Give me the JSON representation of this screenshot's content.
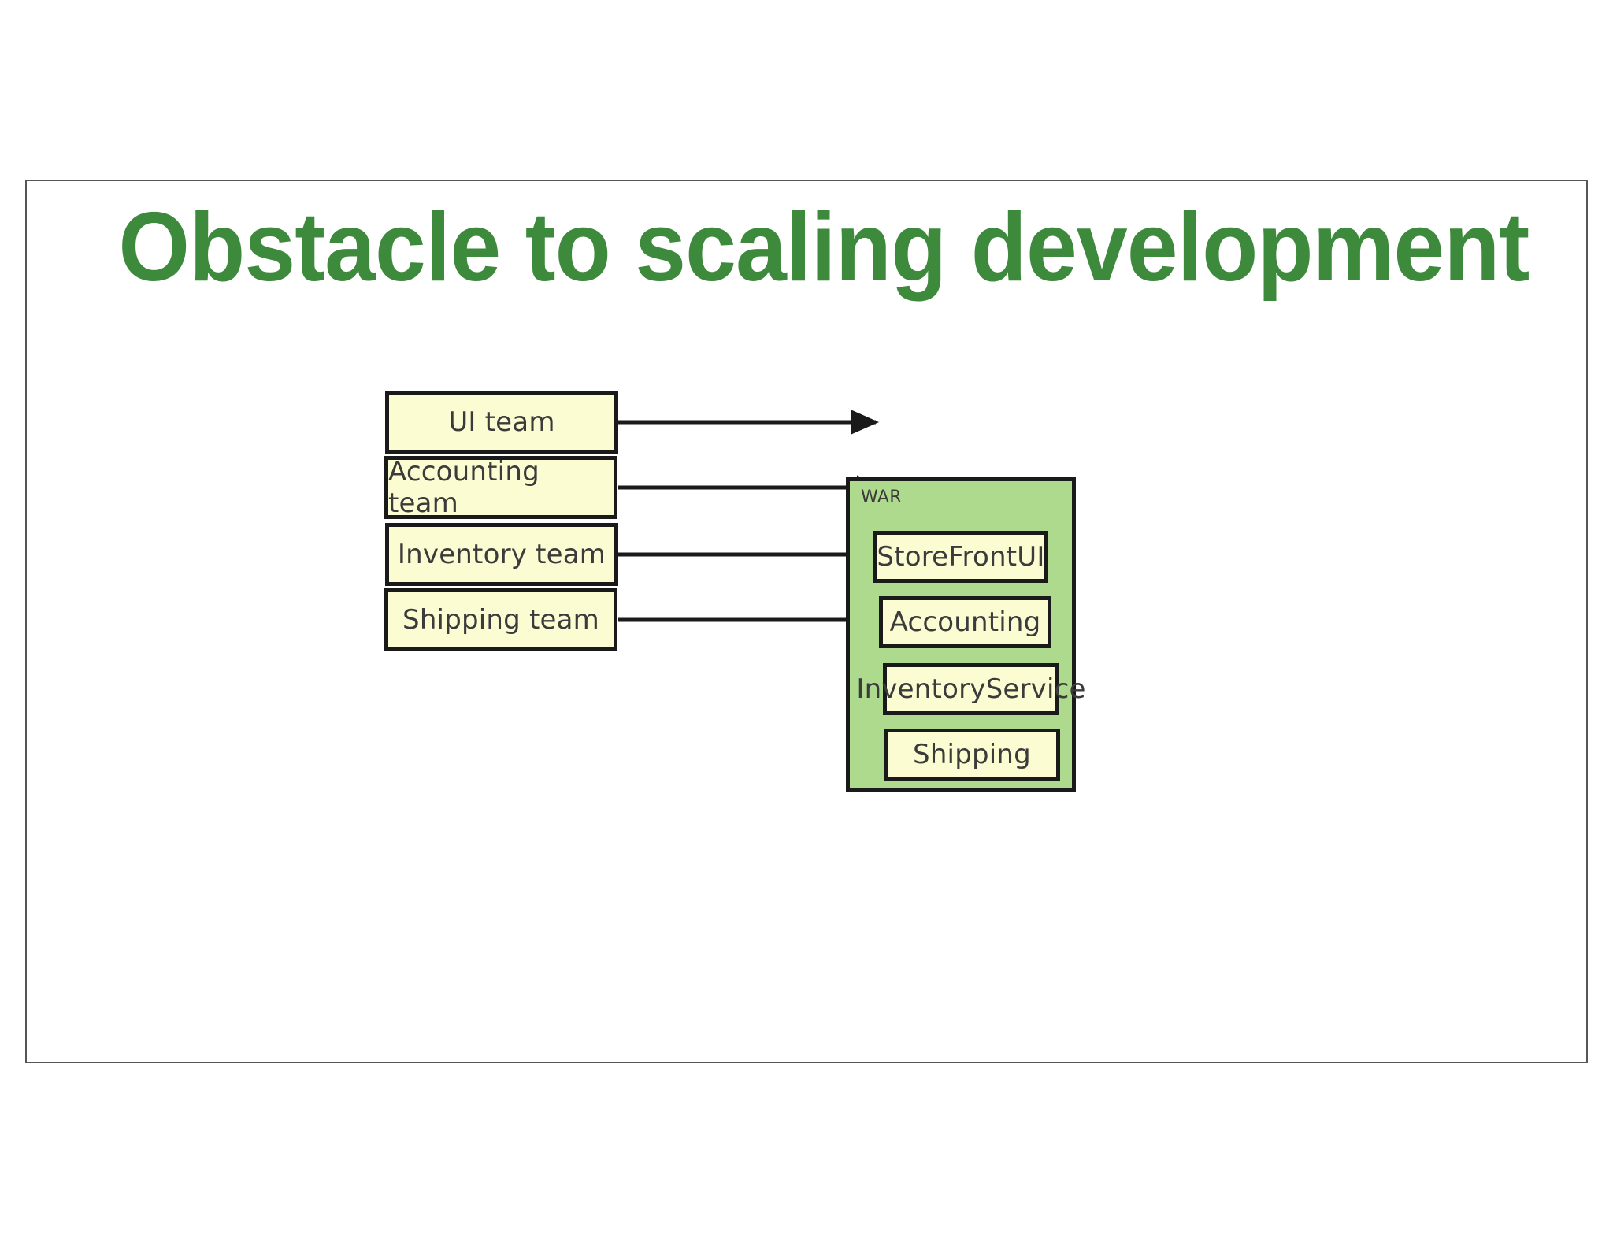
{
  "slide": {
    "title": "Obstacle to scaling development",
    "title_color": "#3E8A3C",
    "background_color": "#FFFFFF",
    "border_color": "#55555A"
  },
  "diagram": {
    "type": "flow-diagram",
    "box_fill_color": "#FCFCD2",
    "box_border_color": "#1A1A1A",
    "container_fill_color": "#AEDA8E",
    "arrow_color": "#1A1A1A",
    "teams": [
      {
        "label": "UI team"
      },
      {
        "label": "Accounting team"
      },
      {
        "label": "Inventory team"
      },
      {
        "label": "Shipping team"
      }
    ],
    "container": {
      "label": "WAR",
      "modules": [
        {
          "label": "StoreFrontUI"
        },
        {
          "label": "Accounting"
        },
        {
          "label": "InventoryService"
        },
        {
          "label": "Shipping"
        }
      ]
    },
    "connections": [
      {
        "from": "UI team",
        "to": "StoreFrontUI"
      },
      {
        "from": "Accounting team",
        "to": "Accounting"
      },
      {
        "from": "Inventory team",
        "to": "InventoryService"
      },
      {
        "from": "Shipping team",
        "to": "Shipping"
      }
    ]
  }
}
